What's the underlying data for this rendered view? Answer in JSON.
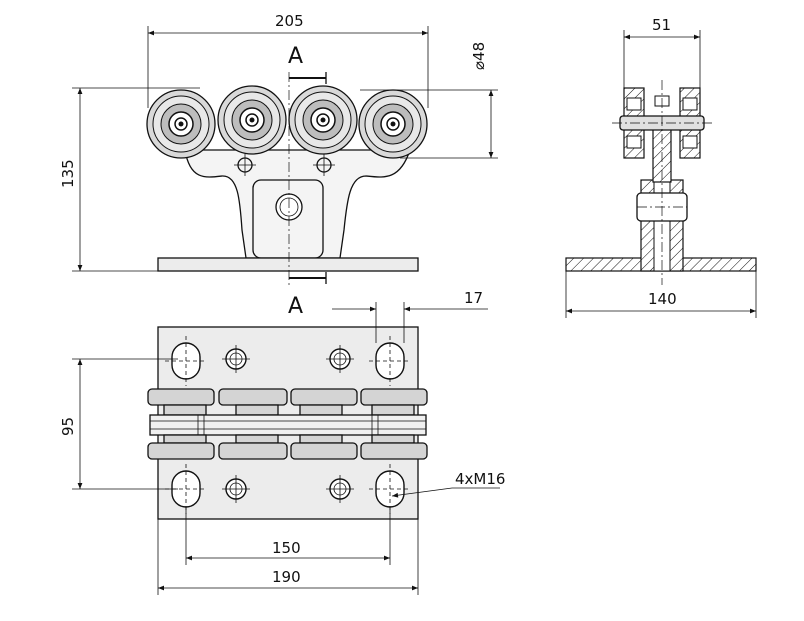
{
  "dimensions": {
    "width_front": "205",
    "wheel_diameter": "⌀48",
    "height_total": "135",
    "width_side": "51",
    "plate_side_width": "140",
    "slot_offset": "17",
    "hole_spacing_y": "95",
    "hole_spacing_x": "150",
    "plate_length": "190",
    "thread_callout": "4xM16"
  },
  "section": {
    "label_top": "A",
    "label_bottom": "A"
  }
}
